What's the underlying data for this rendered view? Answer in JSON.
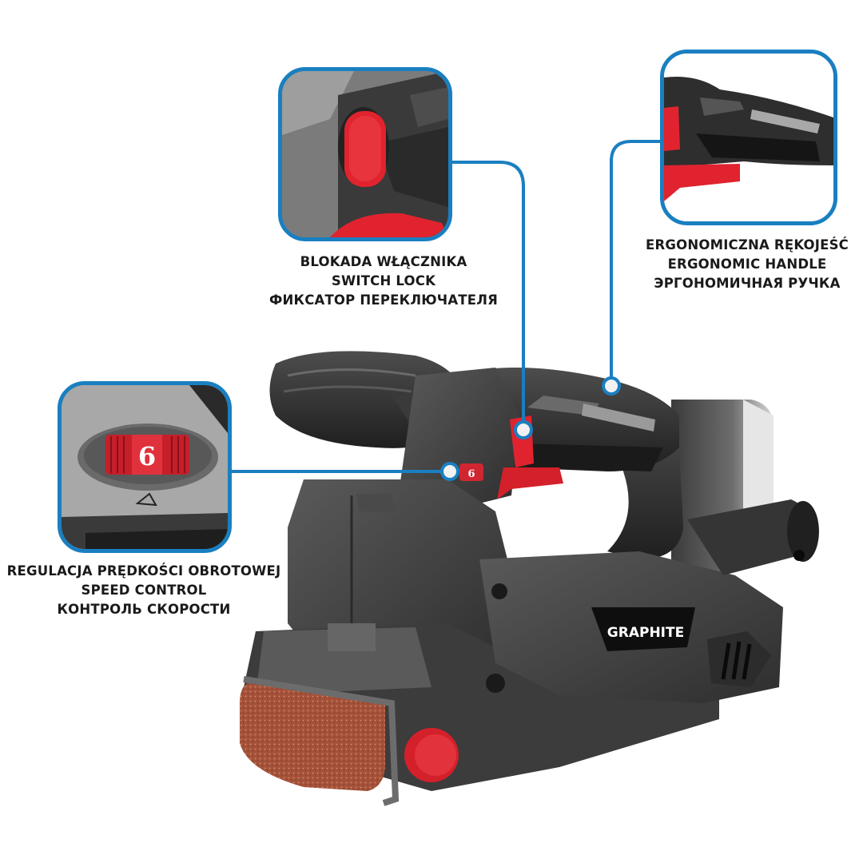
{
  "product": {
    "brand": "GRAPHITE",
    "type": "belt-sander",
    "speed_dial_value": "6"
  },
  "colors": {
    "callout_blue": "#1a7fc1",
    "accent_red": "#e0232e",
    "body_dark": "#2b2b2b",
    "body_mid": "#4a4a4a",
    "belt_brown": "#a8543a",
    "background": "#ffffff"
  },
  "callouts": [
    {
      "id": "switch-lock",
      "lines": [
        "BLOKADA WŁĄCZNIKA",
        "SWITCH LOCK",
        "ФИКСАТОР ПЕРЕКЛЮЧАТЕЛЯ"
      ],
      "icon": "switch-lock-closeup"
    },
    {
      "id": "ergonomic-handle",
      "lines": [
        "ERGONOMICZNA RĘKOJEŚĆ",
        "ERGONOMIC HANDLE",
        "ЭРГОНОМИЧНАЯ РУЧКА"
      ],
      "icon": "handle-closeup"
    },
    {
      "id": "speed-control",
      "lines": [
        "REGULACJA PRĘDKOŚCI OBROTOWEJ",
        "SPEED CONTROL",
        "КОНТРОЛЬ СКОРОСТИ"
      ],
      "icon": "speed-dial-closeup"
    }
  ]
}
